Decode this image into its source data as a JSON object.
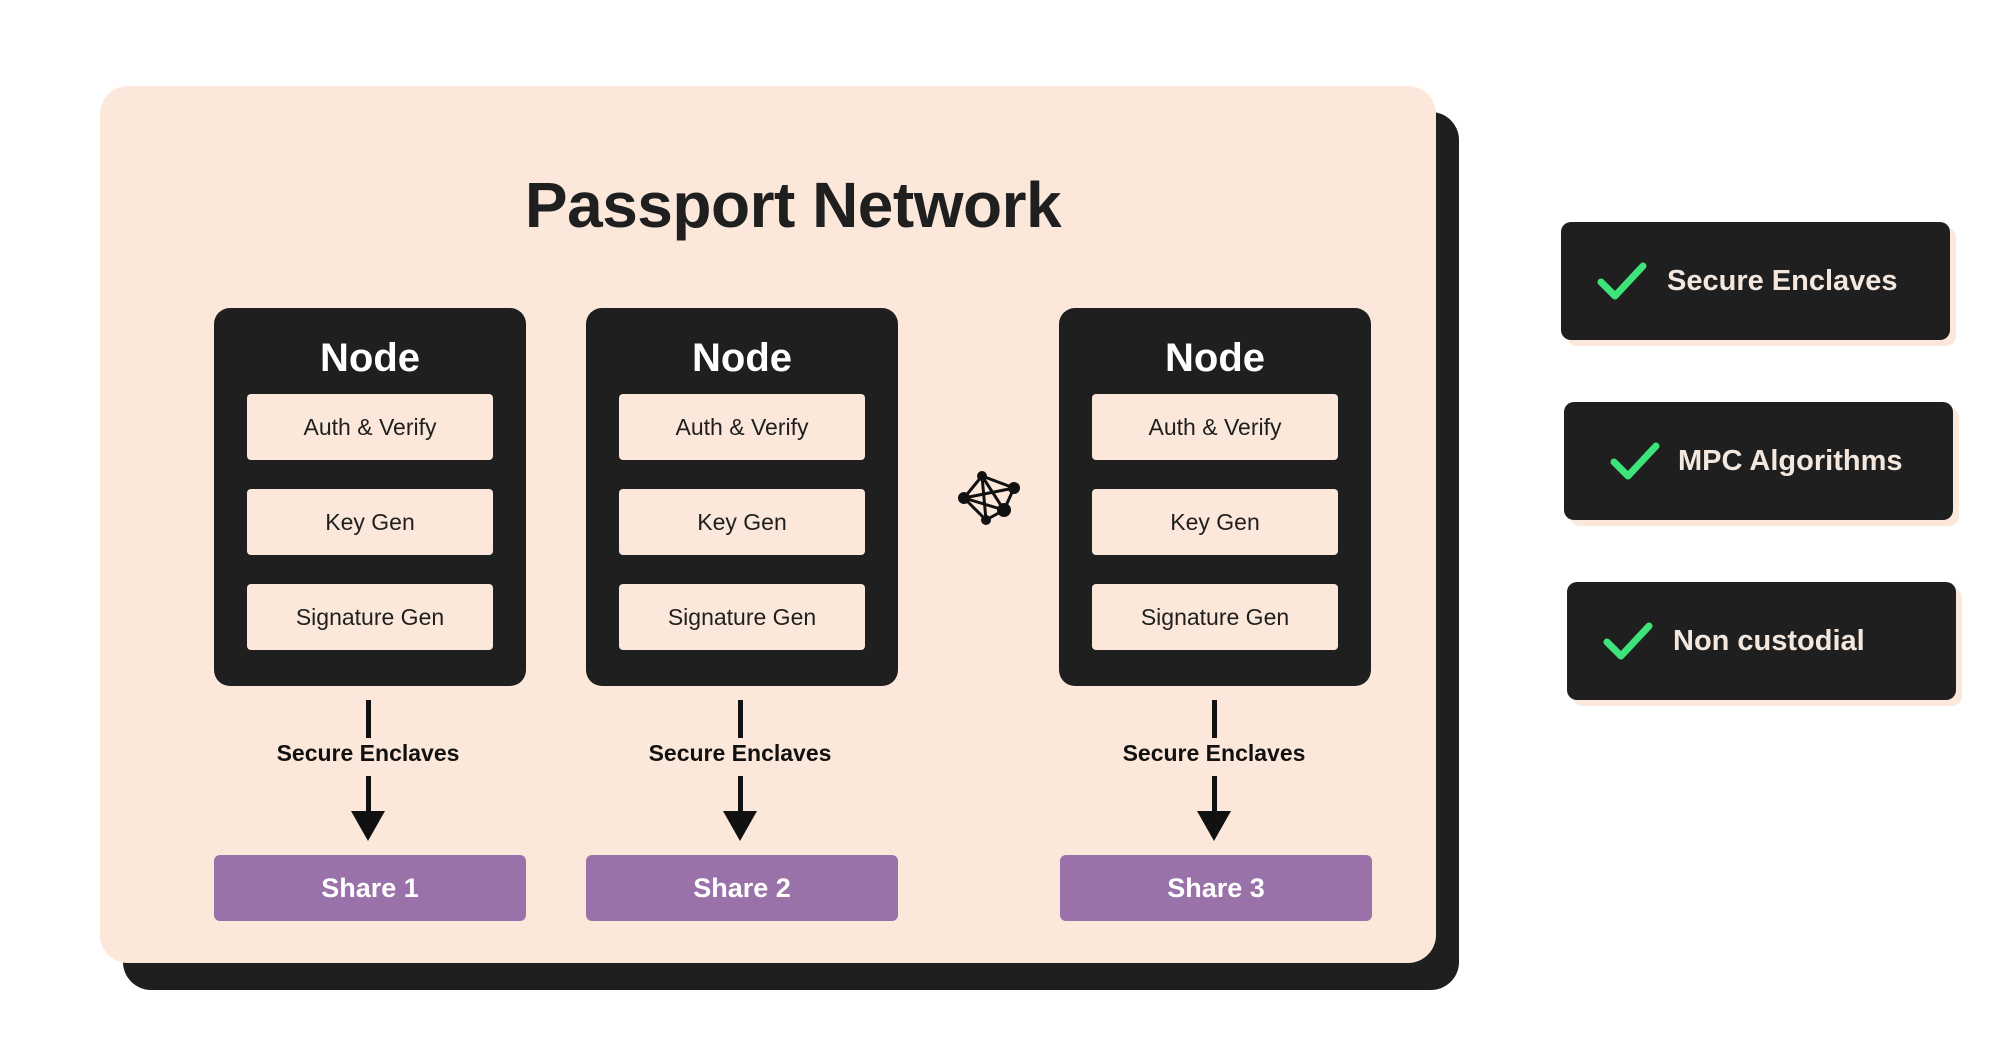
{
  "title": "Passport Network",
  "nodes": [
    {
      "title": "Node",
      "items": [
        "Auth & Verify",
        "Key Gen",
        "Signature Gen"
      ],
      "enclave_label": "Secure Enclaves",
      "share": "Share 1"
    },
    {
      "title": "Node",
      "items": [
        "Auth & Verify",
        "Key Gen",
        "Signature Gen"
      ],
      "enclave_label": "Secure Enclaves",
      "share": "Share 2"
    },
    {
      "title": "Node",
      "items": [
        "Auth & Verify",
        "Key Gen",
        "Signature Gen"
      ],
      "enclave_label": "Secure Enclaves",
      "share": "Share 3"
    }
  ],
  "features": [
    {
      "label": "Secure Enclaves",
      "icon": "check-icon"
    },
    {
      "label": "MPC Algorithms",
      "icon": "check-icon"
    },
    {
      "label": "Non custodial",
      "icon": "check-icon"
    }
  ],
  "connector_icon": "network-graph-icon",
  "colors": {
    "panel": "#fce8da",
    "node": "#1f1f1f",
    "share": "#9a72aa",
    "check": "#3ee37a"
  }
}
